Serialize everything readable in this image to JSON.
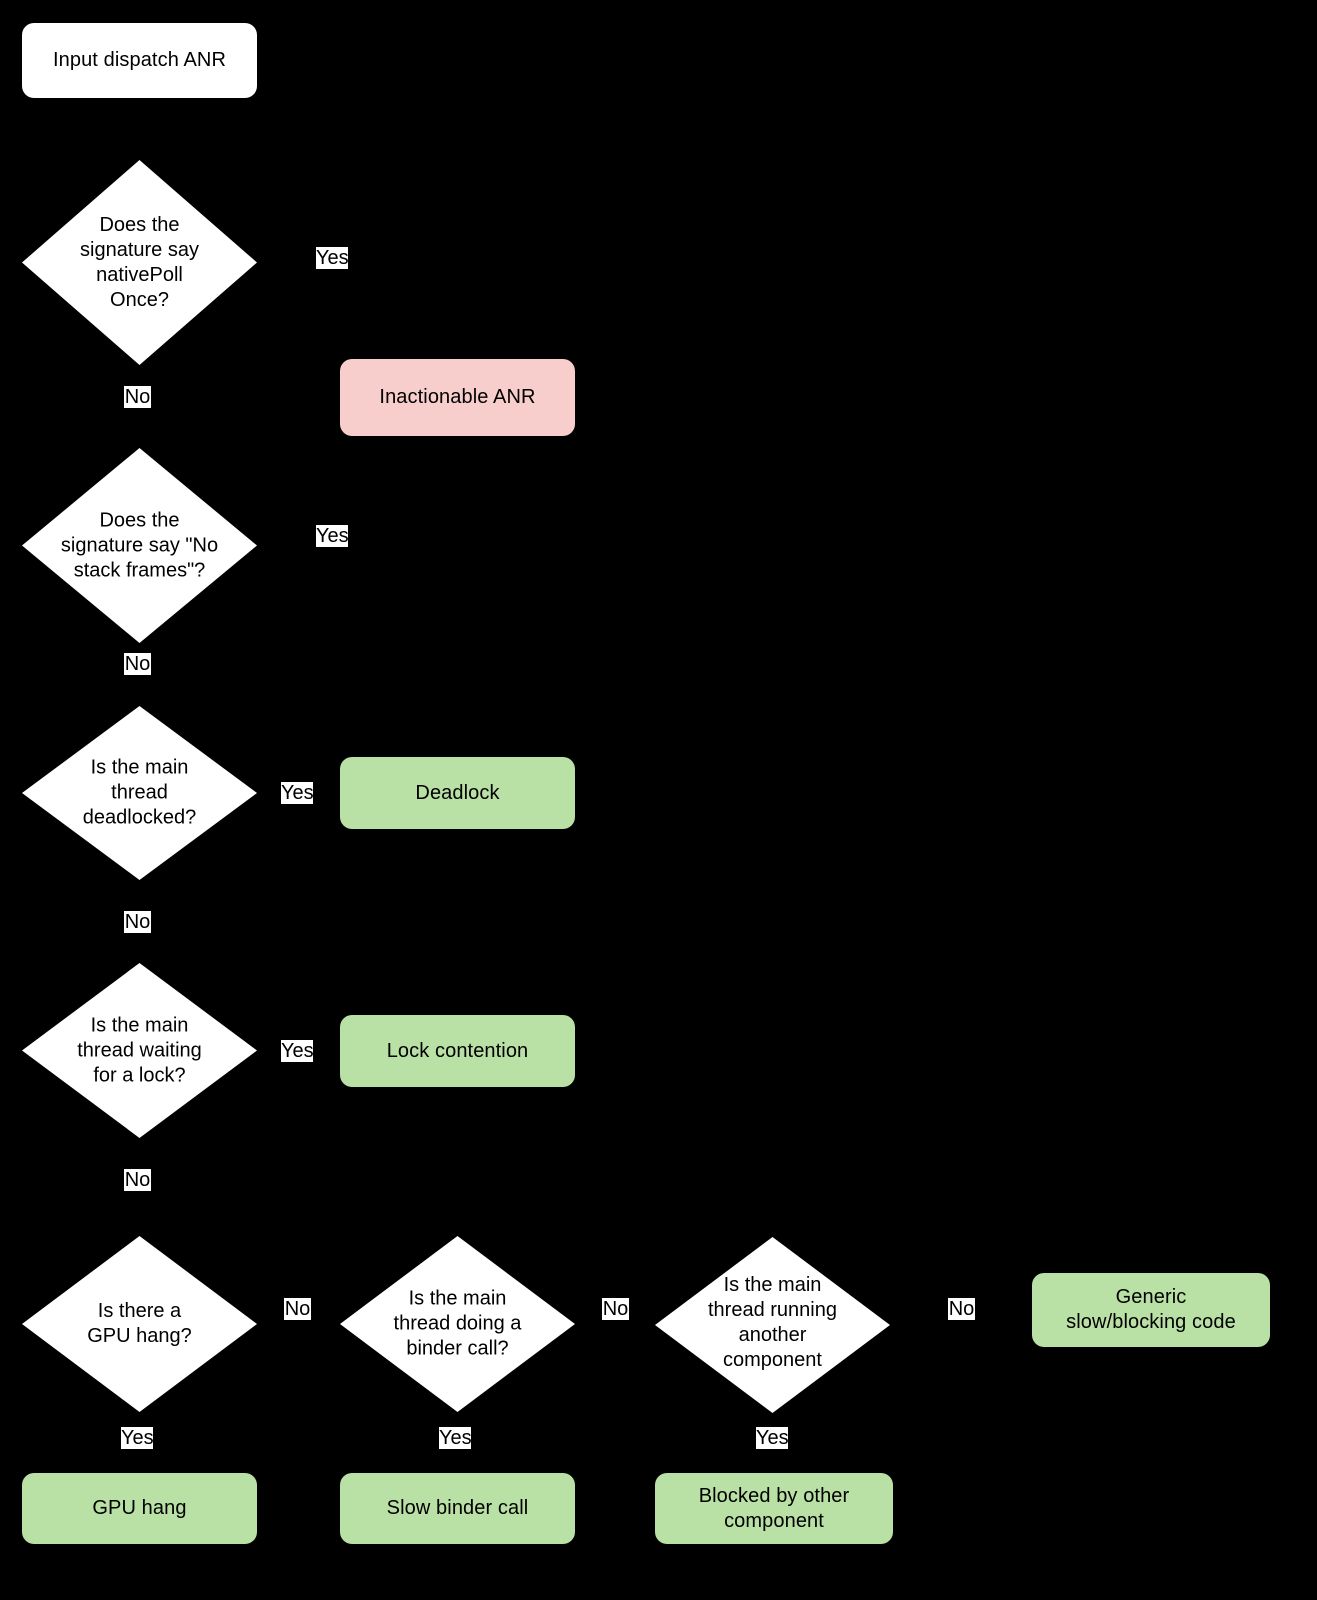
{
  "diagram": {
    "title": "Input dispatch ANR triage flowchart",
    "background": "#000000",
    "colors": {
      "decision_fill": "#FFFFFF",
      "start_fill": "#FFFFFF",
      "inactionable_fill": "#F8CECC",
      "outcome_fill": "#B9E0A5",
      "text": "#000000",
      "edge_label_bg": "#FFFFFF"
    },
    "nodes": {
      "start": {
        "label": "Input dispatch ANR",
        "shape": "rounded-rect",
        "fill": "#FFFFFF"
      },
      "q_nativepollonce": {
        "label": "Does the\nsignature say\nnativePoll\nOnce?",
        "shape": "diamond",
        "fill": "#FFFFFF"
      },
      "inactionable_anr": {
        "label": "Inactionable ANR",
        "shape": "rounded-rect",
        "fill": "#F8CECC"
      },
      "q_no_stack_frames": {
        "label": "Does the\nsignature say \"No\nstack frames\"?",
        "shape": "diamond",
        "fill": "#FFFFFF"
      },
      "q_deadlocked": {
        "label": "Is the main\nthread\ndeadlocked?",
        "shape": "diamond",
        "fill": "#FFFFFF"
      },
      "deadlock": {
        "label": "Deadlock",
        "shape": "rounded-rect",
        "fill": "#B9E0A5"
      },
      "q_waiting_lock": {
        "label": "Is the main\nthread waiting\nfor a lock?",
        "shape": "diamond",
        "fill": "#FFFFFF"
      },
      "lock_contention": {
        "label": "Lock contention",
        "shape": "rounded-rect",
        "fill": "#B9E0A5"
      },
      "q_gpu_hang": {
        "label": "Is there a\nGPU hang?",
        "shape": "diamond",
        "fill": "#FFFFFF"
      },
      "gpu_hang": {
        "label": "GPU hang",
        "shape": "rounded-rect",
        "fill": "#B9E0A5"
      },
      "q_binder_call": {
        "label": "Is the main\nthread doing a\nbinder call?",
        "shape": "diamond",
        "fill": "#FFFFFF"
      },
      "slow_binder_call": {
        "label": "Slow binder call",
        "shape": "rounded-rect",
        "fill": "#B9E0A5"
      },
      "q_other_component": {
        "label": "Is the main\nthread running\nanother\ncomponent",
        "shape": "diamond",
        "fill": "#FFFFFF"
      },
      "blocked_by_other_component": {
        "label": "Blocked by other\ncomponent",
        "shape": "rounded-rect",
        "fill": "#B9E0A5"
      },
      "generic_slow_blocking": {
        "label": "Generic\nslow/blocking code",
        "shape": "rounded-rect",
        "fill": "#B9E0A5"
      }
    },
    "edge_labels": {
      "nativepollonce_yes": "Yes",
      "nativepollonce_no": "No",
      "no_stack_frames_yes": "Yes",
      "no_stack_frames_no": "No",
      "deadlocked_yes": "Yes",
      "deadlocked_no": "No",
      "waiting_lock_yes": "Yes",
      "waiting_lock_no": "No",
      "gpu_hang_no": "No",
      "gpu_hang_yes": "Yes",
      "binder_call_no": "No",
      "binder_call_yes": "Yes",
      "other_component_no": "No",
      "other_component_yes": "Yes"
    },
    "edges": [
      {
        "from": "start",
        "to": "q_nativepollonce",
        "label": ""
      },
      {
        "from": "q_nativepollonce",
        "to": "inactionable_anr",
        "label": "Yes"
      },
      {
        "from": "q_nativepollonce",
        "to": "q_no_stack_frames",
        "label": "No"
      },
      {
        "from": "q_no_stack_frames",
        "to": "inactionable_anr",
        "label": "Yes"
      },
      {
        "from": "q_no_stack_frames",
        "to": "q_deadlocked",
        "label": "No"
      },
      {
        "from": "q_deadlocked",
        "to": "deadlock",
        "label": "Yes"
      },
      {
        "from": "q_deadlocked",
        "to": "q_waiting_lock",
        "label": "No"
      },
      {
        "from": "q_waiting_lock",
        "to": "lock_contention",
        "label": "Yes"
      },
      {
        "from": "q_waiting_lock",
        "to": "q_gpu_hang",
        "label": "No"
      },
      {
        "from": "q_gpu_hang",
        "to": "gpu_hang",
        "label": "Yes"
      },
      {
        "from": "q_gpu_hang",
        "to": "q_binder_call",
        "label": "No"
      },
      {
        "from": "q_binder_call",
        "to": "slow_binder_call",
        "label": "Yes"
      },
      {
        "from": "q_binder_call",
        "to": "q_other_component",
        "label": "No"
      },
      {
        "from": "q_other_component",
        "to": "blocked_by_other_component",
        "label": "Yes"
      },
      {
        "from": "q_other_component",
        "to": "generic_slow_blocking",
        "label": "No"
      }
    ]
  }
}
